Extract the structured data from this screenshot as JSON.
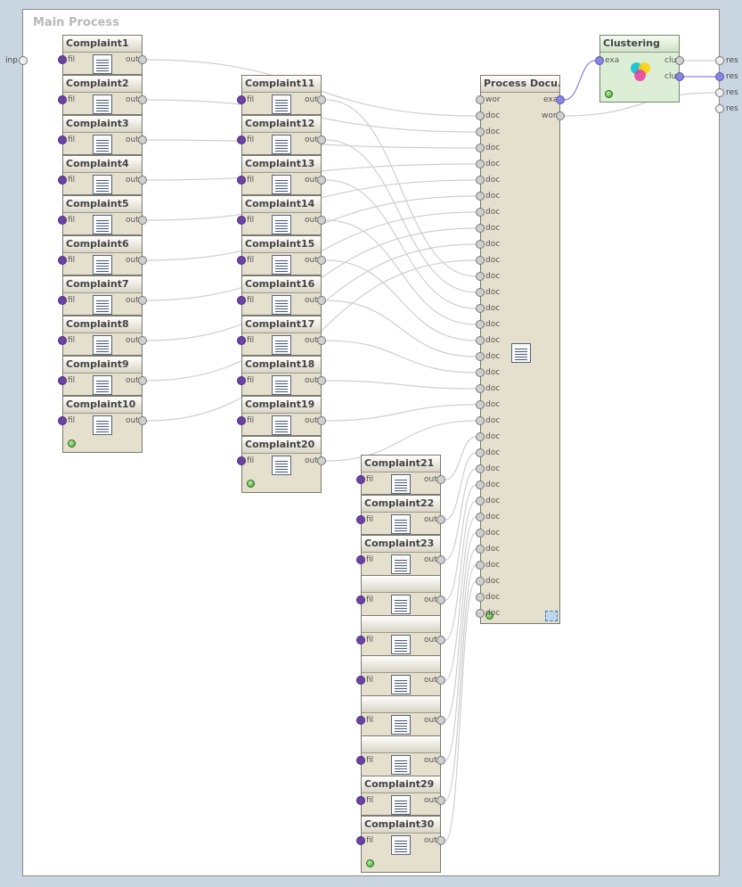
{
  "canvas": {
    "title": "Main Process"
  },
  "outer": {
    "input": "inp",
    "results": [
      "res",
      "res",
      "res",
      "res"
    ]
  },
  "port_labels": {
    "file": "fil",
    "output": "out",
    "words": "wor",
    "documents": "doc",
    "example_set": "exa",
    "cluster_model": "clu"
  },
  "operators": {
    "col1": [
      "Complaint1",
      "Complaint2",
      "Complaint3",
      "Complaint4",
      "Complaint5",
      "Complaint6",
      "Complaint7",
      "Complaint8",
      "Complaint9",
      "Complaint10"
    ],
    "col2": [
      "Complaint11",
      "Complaint12",
      "Complaint13",
      "Complaint14",
      "Complaint15",
      "Complaint16",
      "Complaint17",
      "Complaint18",
      "Complaint19",
      "Complaint20"
    ],
    "col3": [
      "Complaint21",
      "Complaint22",
      "Complaint23",
      "",
      "",
      "",
      "",
      "",
      "Complaint29",
      "Complaint30"
    ],
    "process_documents": "Process Docu...",
    "clustering": "Clustering"
  },
  "process_documents_inputs": 33
}
